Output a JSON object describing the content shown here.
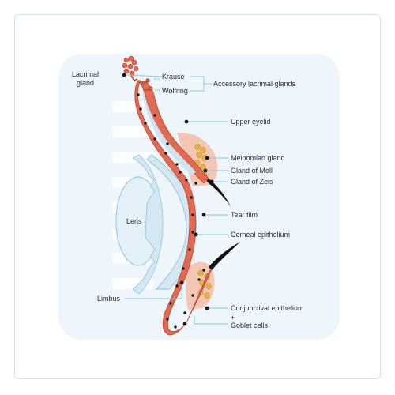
{
  "labels": {
    "lacrimal_gland": "Lacrimal\ngland",
    "krause": "Krause",
    "wolfring": "Wolfring",
    "accessory_lacrimal_glands": "Accessory lacrimal glands",
    "upper_eyelid": "Upper eyelid",
    "meibomian_gland": "Meibomian gland",
    "gland_of_moll": "Gland of Moll",
    "gland_of_zeis": "Gland of Zeis",
    "lens": "Lens",
    "tear_film": "Tear film",
    "corneal_epithelium": "Corneal epithelium",
    "limbus": "Limbus",
    "conjunctival_epithelium": "Conjunctival epithelium",
    "plus": "+",
    "goblet_cells": "Goblet cells"
  },
  "colors": {
    "frame_border": "#cfe3f1",
    "panel_bg": "#eef6fb",
    "conjunctiva_red": "#e06a52",
    "conjunctiva_dark": "#b8412e",
    "cornea_blue": "#d5e8f2",
    "lens_blue": "#e4f1f8",
    "eyelid_skin": "#f4c6b4",
    "gland_yellow": "#e3b34a",
    "leader_line": "#8ec5e3",
    "dot": "#1a1a1a"
  }
}
